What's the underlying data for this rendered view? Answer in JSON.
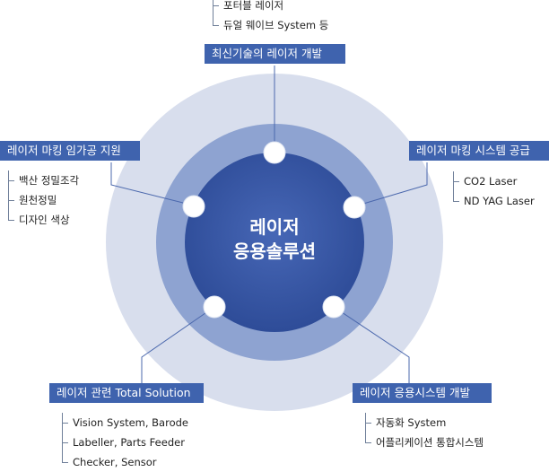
{
  "center": {
    "line1": "레이저",
    "line2": "응용솔루션"
  },
  "nodes": {
    "top": {
      "label": "최신기술의 레이저 개발",
      "items": [
        "포터블 레이저",
        "듀얼 웨이브 System 등"
      ]
    },
    "left": {
      "label": "레이저 마킹 임가공 지원",
      "items": [
        "백산 정밀조각",
        "원천정밀",
        "디자인 색상"
      ]
    },
    "right": {
      "label": "레이저 마킹 시스템 공급",
      "items": [
        "CO2 Laser",
        "ND YAG Laser"
      ]
    },
    "bottom_left": {
      "label": "레이저 관련 Total Solution",
      "items": [
        "Vision System, Barode",
        "Labeller, Parts Feeder",
        "Checker, Sensor"
      ]
    },
    "bottom_right": {
      "label": "레이저 응용시스템 개발",
      "items": [
        "자동화 System",
        "어플리케이션 통합시스템"
      ]
    }
  },
  "colors": {
    "ring_outer": "#d8deed",
    "ring_middle": "#8ea3d1",
    "core": "#3a5bab",
    "core_edge": "#2e4c98",
    "label_bg": "#3f63ae",
    "connector": "#4b68ad"
  }
}
